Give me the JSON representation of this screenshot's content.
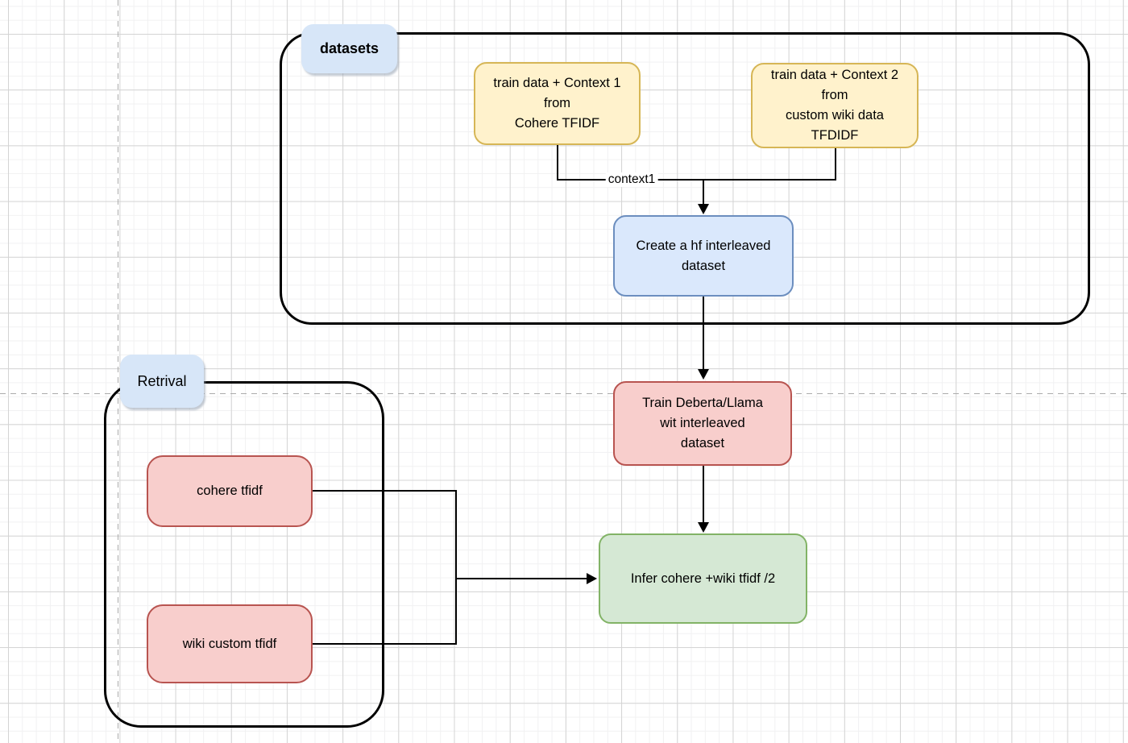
{
  "groups": {
    "datasets": {
      "label": "datasets"
    },
    "retrival": {
      "label": "Retrival"
    }
  },
  "nodes": {
    "train_ctx1": {
      "text": "train data + Context 1\nfrom\nCohere TFIDF"
    },
    "train_ctx2": {
      "text": "train data + Context 2\nfrom\ncustom wiki data\nTFDIDF"
    },
    "create_interleaved": {
      "text": "Create a hf interleaved\ndataset"
    },
    "train_model": {
      "text": "Train Deberta/Llama\nwit interleaved\ndataset"
    },
    "infer": {
      "text": "Infer cohere +wiki tfidf /2"
    },
    "cohere_tfidf": {
      "text": "cohere tfidf"
    },
    "wiki_custom_tfidf": {
      "text": "wiki custom tfidf"
    }
  },
  "edges": {
    "context1_label": "context1"
  },
  "colors": {
    "yellow_fill": "#FFF2CC",
    "yellow_stroke": "#D6B656",
    "blue_fill": "#DAE8FC",
    "blue_stroke": "#6C8EBF",
    "red_fill": "#F8CECC",
    "red_stroke": "#B85450",
    "green_fill": "#D5E8D4",
    "green_stroke": "#82B366",
    "group_label_fill": "#D7E6F8",
    "group_border": "#000000",
    "connector": "#000000",
    "page_guide": "#ABABAB"
  }
}
